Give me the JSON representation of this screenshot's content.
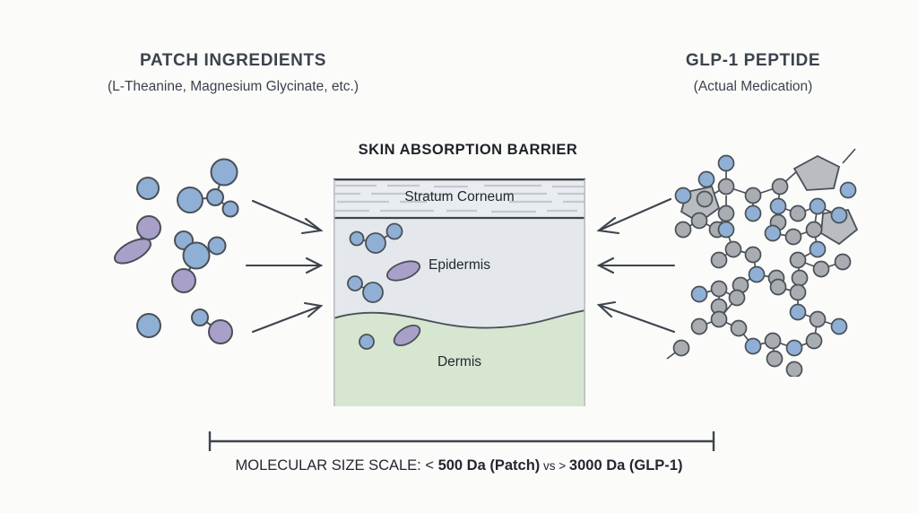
{
  "background_color": "#fbfbfa",
  "headings": {
    "left": {
      "title": "PATCH INGREDIENTS",
      "subtitle": "(L-Theanine, Magnesium Glycinate, etc.)"
    },
    "right": {
      "title": "GLP-1 PEPTIDE",
      "subtitle": "(Actual Medication)"
    }
  },
  "skin_diagram": {
    "title": "SKIN ABSORPTION BARRIER",
    "layers": [
      {
        "name": "Stratum Corneum",
        "color": "#e7eaee"
      },
      {
        "name": "Epidermis",
        "color": "#e4e8ec"
      },
      {
        "name": "Dermis",
        "color": "#d6e6d1"
      }
    ]
  },
  "scale": {
    "prefix": "MOLECULAR SIZE SCALE: < ",
    "patch_value": "500 Da (Patch)",
    "separator": " vs > ",
    "glp1_value": "3000 Da (GLP-1)"
  },
  "colors": {
    "atom_blue": "#8fb0d4",
    "atom_purple": "#a8a0c8",
    "atom_gray": "#a9acb0",
    "ring_gray": "#b9bcc0",
    "outline": "#4a5058",
    "arrow": "#3d444c",
    "text": "#23282e"
  },
  "molecules": {
    "left_label": "small-molecule-cluster",
    "right_label": "glp1-peptide-structure",
    "arrow_count_left": 3,
    "arrow_count_right": 3
  }
}
